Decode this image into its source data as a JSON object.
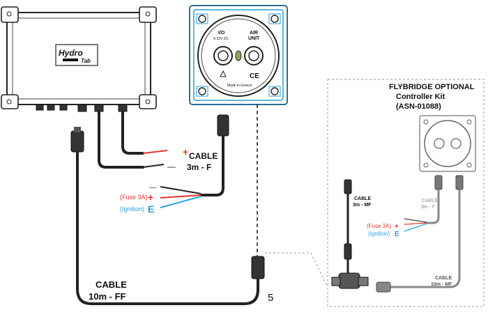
{
  "control_box": {
    "logo_top": "Hydro",
    "logo_bottom": "Tab"
  },
  "panel": {
    "io_label": "I/O",
    "io_voltage": "9-32V DC",
    "air_label": "AIR",
    "unit_label": "UNIT",
    "made_in": "Made in Greece",
    "ce_mark": "CE"
  },
  "cable_main_power": {
    "name": "CABLE",
    "length": "3m - F",
    "plus": "+",
    "minus": "—"
  },
  "wires": {
    "fuse": "(Fuse 3A)",
    "plus": "+",
    "ignition": "(Ignition)",
    "e": "E",
    "minus": "—"
  },
  "cable_long": {
    "name": "CABLE",
    "length": "10m - FF"
  },
  "step_number": "5",
  "flybridge": {
    "title_line1": "FLYBRIDGE OPTIONAL",
    "title_line2": "Controller Kit",
    "title_line3": "(ASN-01088)",
    "cable_mf_name": "CABLE",
    "cable_mf_length": "3m - MF",
    "cable_f_name": "CABLE",
    "cable_f_length": "3m - F",
    "fuse": "(Fuse 3A)",
    "plus": "+",
    "ignition": "(Ignition)",
    "e": "E",
    "cable_10mf_name": "CABLE",
    "cable_10mf_length": "10m - MF"
  },
  "colors": {
    "red": "#e5322d",
    "blue": "#2a9fd8",
    "cable": "#222222",
    "gray": "#9a9a9a"
  }
}
